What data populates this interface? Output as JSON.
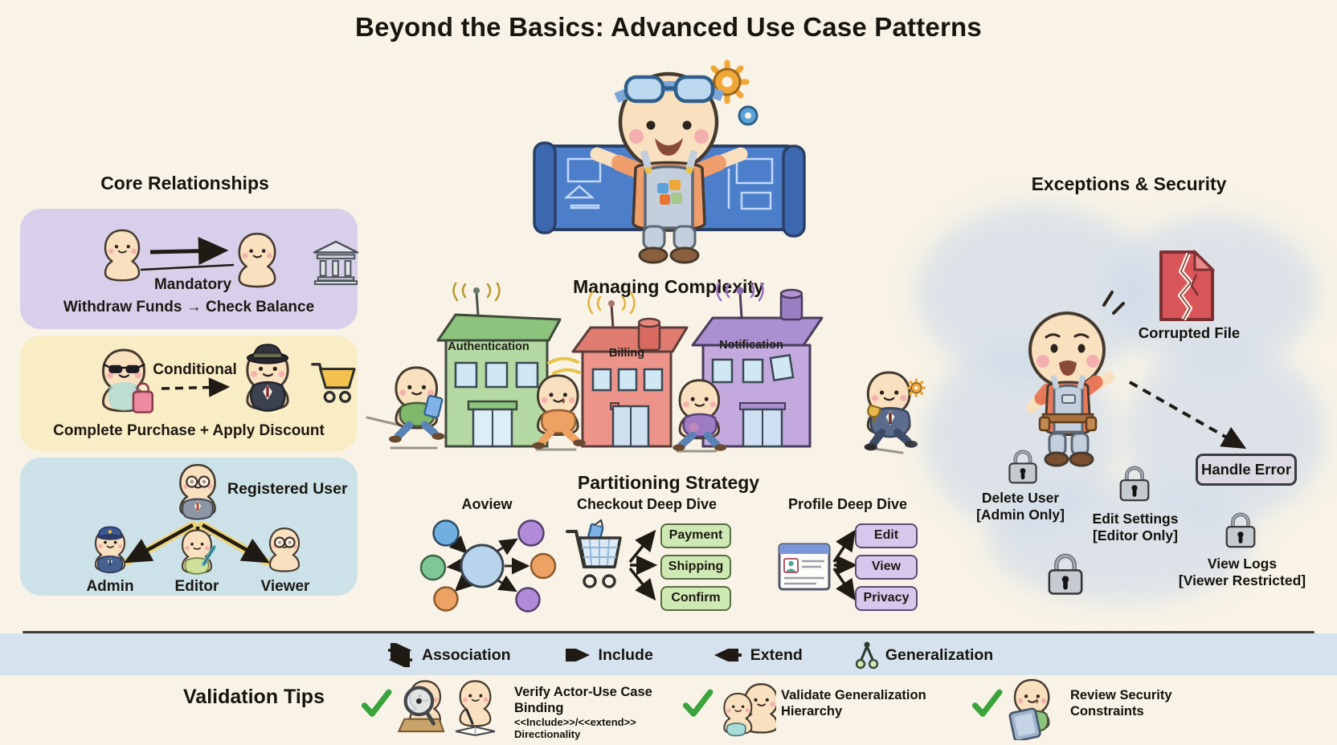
{
  "title": "Beyond the Basics: Advanced Use Case Patterns",
  "core": {
    "heading": "Core Relationships",
    "mandatory": {
      "arrow_label": "Mandatory",
      "caption": "Withdraw Funds → Check Balance"
    },
    "conditional": {
      "arrow_label": "Conditional",
      "caption": "Complete Purchase + Apply Discount"
    },
    "generalization": {
      "parent": "Registered User",
      "children": [
        "Admin",
        "Editor",
        "Viewer"
      ]
    }
  },
  "complexity": {
    "heading": "Managing Complexity",
    "buildings": [
      "Authentication",
      "Billing",
      "Notification"
    ]
  },
  "partitioning": {
    "heading": "Partitioning Strategy",
    "overview": {
      "title": "Aoview"
    },
    "checkout": {
      "title": "Checkout Deep Dive",
      "steps": [
        "Payment",
        "Shipping",
        "Confirm"
      ]
    },
    "profile": {
      "title": "Profile Deep Dive",
      "steps": [
        "Edit",
        "View",
        "Privacy"
      ]
    }
  },
  "security": {
    "heading": "Exceptions & Security",
    "corrupted_file": "Corrupted File",
    "handle_error": "Handle Error",
    "locks": [
      {
        "label": "Delete User",
        "sub": "[Admin Only]"
      },
      {
        "label": "Edit Settings",
        "sub": "[Editor Only]"
      },
      {
        "label": "View Logs",
        "sub": "[Viewer Restricted]"
      }
    ]
  },
  "legend": {
    "items": [
      {
        "label": "Association"
      },
      {
        "label": "Include"
      },
      {
        "label": "Extend"
      },
      {
        "label": "Generalization"
      }
    ]
  },
  "validation": {
    "heading": "Validation Tips",
    "tips": [
      {
        "title": "Verify Actor-Use Case Binding",
        "subtitle": "<<Include>>/<<extend>> Directionality"
      },
      {
        "title": "Validate Generalization Hierarchy",
        "subtitle": ""
      },
      {
        "title": "Review Security Constraints",
        "subtitle": ""
      }
    ]
  },
  "colors": {
    "background": "#f8f3e6",
    "card_purple": "#d8cfea",
    "card_yellow": "#f9edc6",
    "card_blue": "#cde1e8",
    "building_green": "#b4d9a2",
    "building_red": "#ec948a",
    "building_purple": "#c3a9de",
    "chip_green": "#cfe9b4",
    "chip_purple": "#d9c6ec",
    "legend_band": "#d6e2ee",
    "check_green": "#3aa33c",
    "file_red": "#d8555a"
  }
}
